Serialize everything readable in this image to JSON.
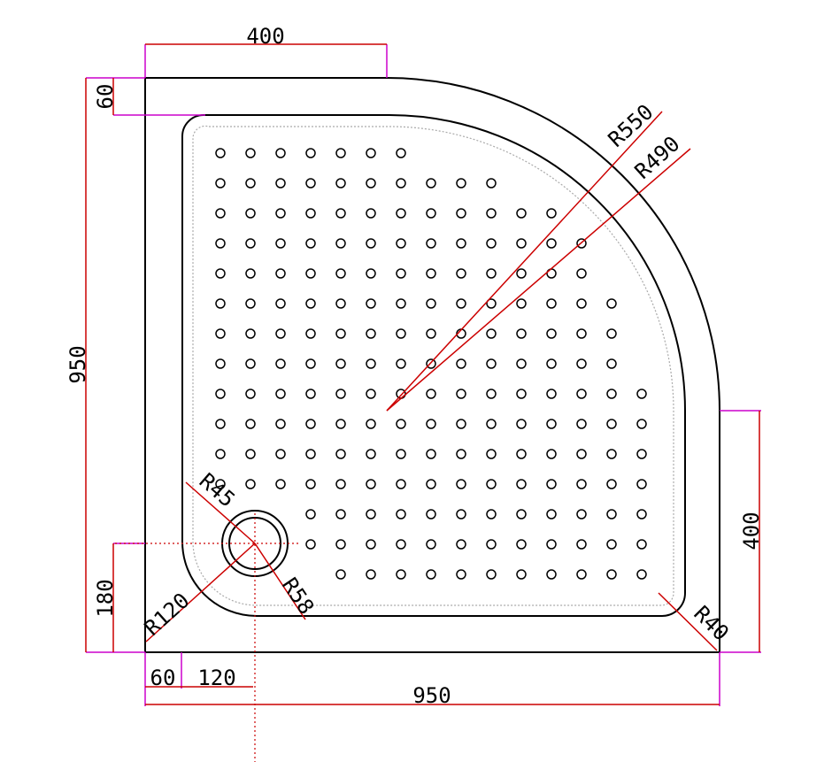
{
  "dimensions": {
    "top_width": "400",
    "top_margin": "60",
    "left_height": "950",
    "right_height": "400",
    "left_drain_height": "180",
    "bottom_left_margin": "60",
    "bottom_drain_offset": "120",
    "bottom_width": "950"
  },
  "radii": {
    "outer": "R550",
    "inner": "R490",
    "drain_inner": "R45",
    "drain_outer": "R58",
    "corner_inner": "R120",
    "corner_outer": "R40"
  },
  "colors": {
    "outline": "#000000",
    "dimension": "#cc0000",
    "extension": "#cc00cc",
    "dotted": "#aaaaaa"
  }
}
